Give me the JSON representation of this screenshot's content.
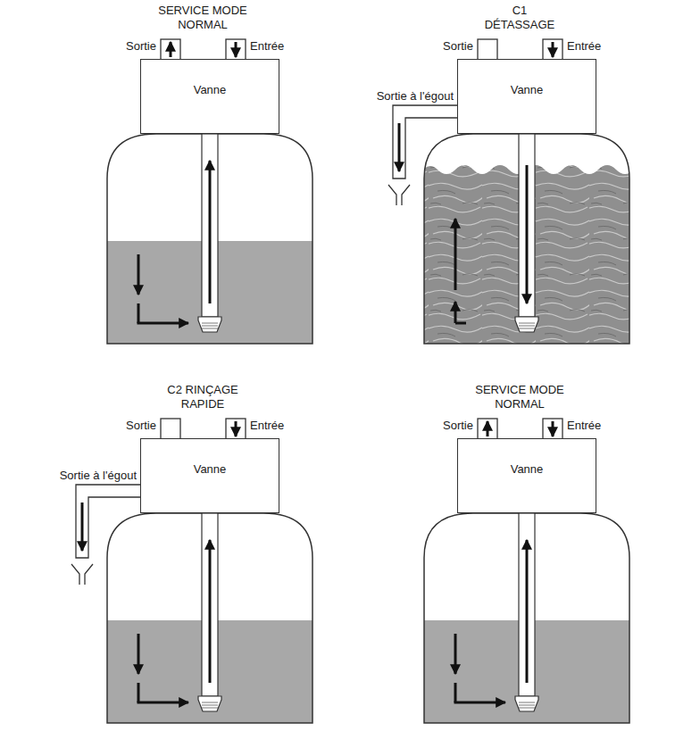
{
  "diagram": {
    "nodes": [
      {
        "text": [
          "Vanne"
        ]
      },
      {
        "text": [
          "Vanne"
        ]
      },
      {
        "text": [
          "Vanne"
        ]
      },
      {
        "text": [
          "Vanne"
        ]
      }
    ],
    "labels": [
      "SERVICE MODE NORMAL",
      "Sortie",
      "Entrée",
      "C1 DÉTASSAGE",
      "Sortie",
      "Entrée",
      "Sortie à l'égout",
      "C2 RINÇAGE RAPIDE",
      "Sortie",
      "Entrée",
      "Sortie à l'égout",
      "SERVICE MODE NORMAL",
      "Sortie",
      "Entrée"
    ]
  }
}
